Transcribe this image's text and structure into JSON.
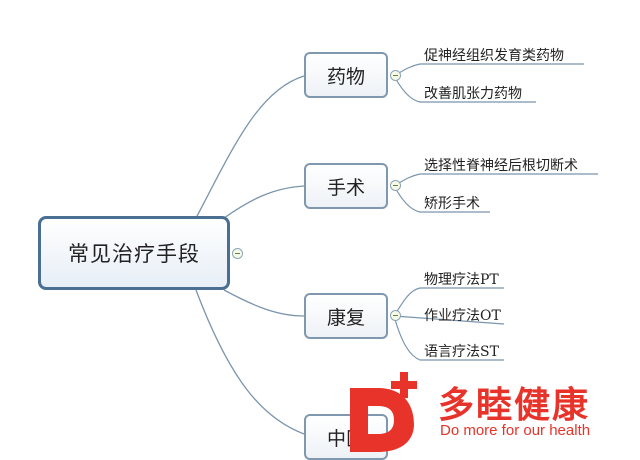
{
  "central": {
    "label": "常见治疗手段"
  },
  "branches": [
    {
      "label": "药物",
      "leaves": [
        "促神经组织发育类药物",
        "改善肌张力药物"
      ]
    },
    {
      "label": "手术",
      "leaves": [
        "选择性脊神经后根切断术",
        "矫形手术"
      ]
    },
    {
      "label": "康复",
      "leaves": [
        "物理疗法PT",
        "作业疗法OT",
        "语言疗法ST"
      ]
    },
    {
      "label": "中医",
      "leaves": []
    }
  ],
  "logo": {
    "brand_cn": "多睦健康",
    "slogan_en": "Do more for our health",
    "color": "#e8332a"
  },
  "colors": {
    "connector": "#7a95ad",
    "node_border": "#4a6f92"
  }
}
